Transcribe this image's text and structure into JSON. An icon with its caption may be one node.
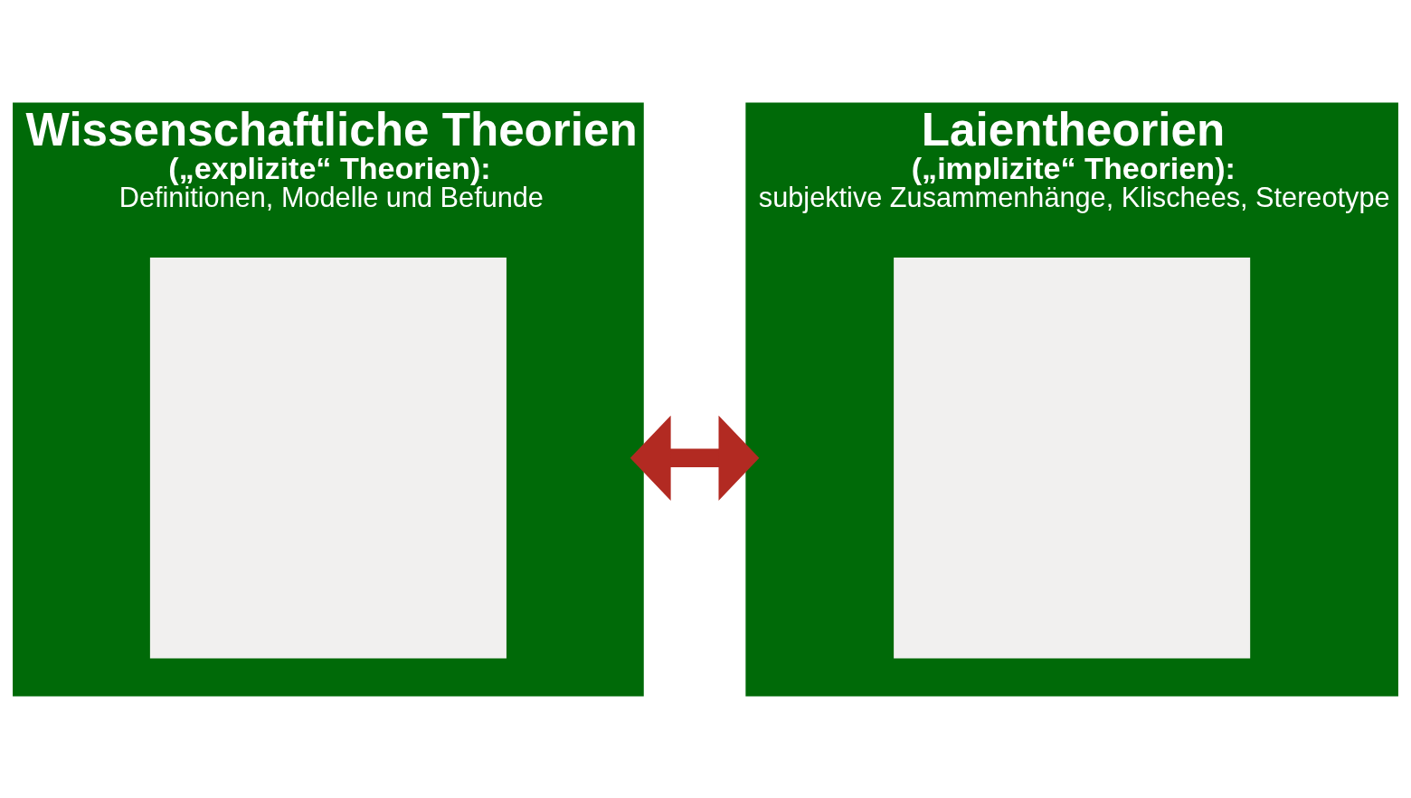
{
  "diagram": {
    "nodes": [
      {
        "text": [
          "Wissenschaftliche Theorien",
          "(„explizite“ Theorien):",
          "Definitionen, Modelle und Befunde"
        ]
      },
      {
        "text": [
          "Laientheorien",
          "(„implizite“ Theorien):",
          "subjektive Zusammenhänge, Klischees, Stereotype"
        ]
      },
      {
        "text": [],
        "shape": "box",
        "in": 0
      },
      {
        "text": [],
        "shape": "box",
        "in": 1
      }
    ],
    "edges": [
      {
        "from": 0,
        "to": 1,
        "arrow": "both",
        "color": "#b22a22"
      }
    ]
  }
}
